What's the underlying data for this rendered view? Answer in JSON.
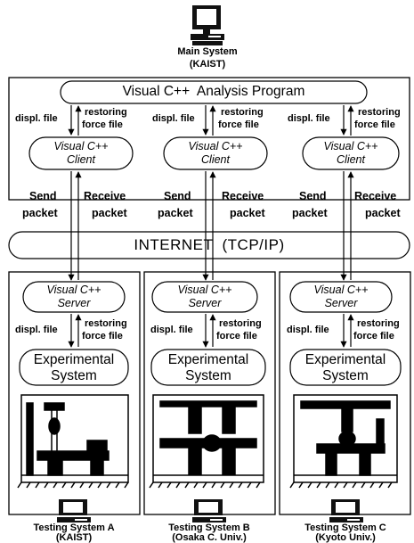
{
  "main_system": {
    "title": "Main System",
    "org": "(KAIST)"
  },
  "analysis_program": {
    "label": "Visual C++  Analysis Program"
  },
  "client": {
    "line1": "Visual C++",
    "line2": "Client"
  },
  "server": {
    "line1": "Visual C++",
    "line2": "Server"
  },
  "files": {
    "displ": "displ. file",
    "restoring_line1": "restoring",
    "restoring_line2": "force file"
  },
  "packets": {
    "send_line1": "Send",
    "send_line2": "packet",
    "receive_line1": "Receive",
    "receive_line2": "packet"
  },
  "internet": {
    "label": "INTERNET  (TCP/IP)"
  },
  "experimental": {
    "line1": "Experimental",
    "line2": "System"
  },
  "testing_systems": [
    {
      "title": "Testing System A",
      "org": "(KAIST)"
    },
    {
      "title": "Testing System B",
      "org": "(Osaka C. Univ.)"
    },
    {
      "title": "Testing System C",
      "org": "(Kyoto Univ.)"
    }
  ]
}
